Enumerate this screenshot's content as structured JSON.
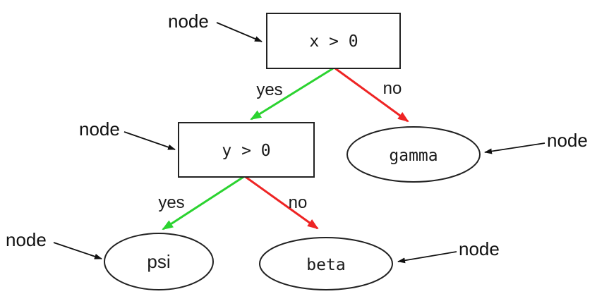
{
  "diagram": {
    "type": "decision-tree",
    "background": "#ffffff",
    "colors": {
      "yes_edge": "#2bd330",
      "no_edge": "#ee2424",
      "outline": "#222222",
      "text": "#1a1a1a"
    },
    "nodes": {
      "root": {
        "label": "x > 0",
        "shape": "rectangle"
      },
      "branch": {
        "label": "y > 0",
        "shape": "rectangle"
      },
      "gamma": {
        "label": "gamma",
        "shape": "ellipse"
      },
      "psi": {
        "label": "psi",
        "shape": "ellipse"
      },
      "beta": {
        "label": "beta",
        "shape": "ellipse"
      }
    },
    "edges": [
      {
        "from": "root",
        "to": "branch",
        "label": "yes",
        "color": "#2bd330"
      },
      {
        "from": "root",
        "to": "gamma",
        "label": "no",
        "color": "#ee2424"
      },
      {
        "from": "branch",
        "to": "psi",
        "label": "yes",
        "color": "#2bd330"
      },
      {
        "from": "branch",
        "to": "beta",
        "label": "no",
        "color": "#ee2424"
      }
    ],
    "annotations": [
      {
        "label": "node",
        "target": "root"
      },
      {
        "label": "node",
        "target": "branch"
      },
      {
        "label": "node",
        "target": "gamma"
      },
      {
        "label": "node",
        "target": "psi"
      },
      {
        "label": "node",
        "target": "beta"
      }
    ]
  }
}
